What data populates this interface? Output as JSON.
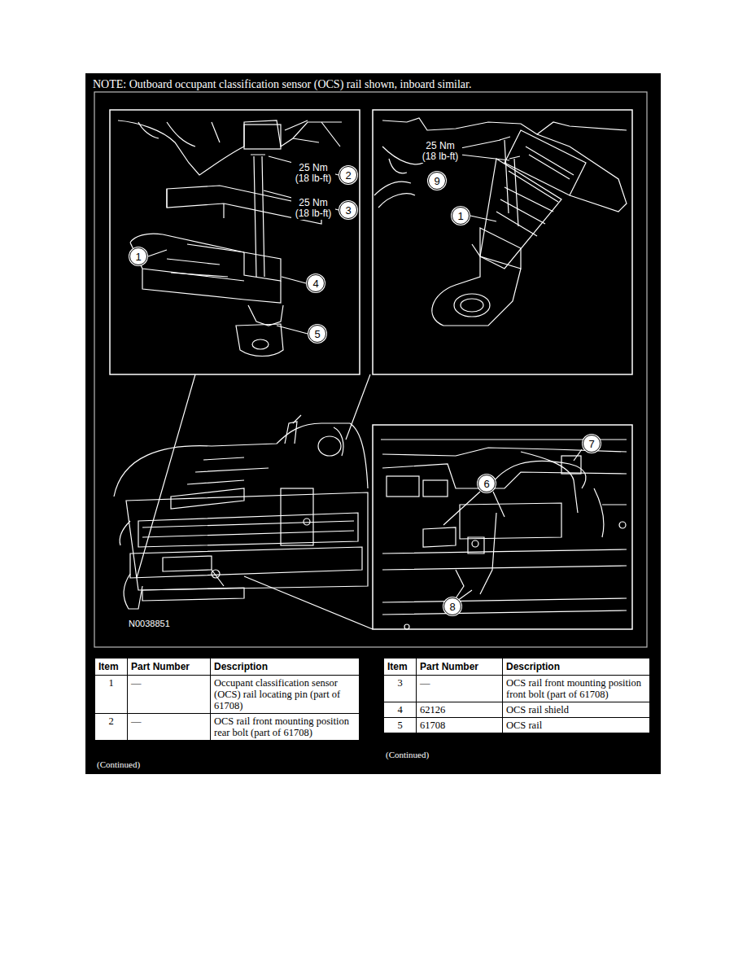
{
  "diagram": {
    "labels": [
      "NOTE: Outboard occupant classification sensor (OCS) rail shown, inboard similar.",
      "25 Nm (18 lb-ft)",
      "2",
      "25 Nm (18 lb-ft)",
      "3",
      "1",
      "4",
      "5",
      "25 Nm (18 lb-ft)",
      "9",
      "1",
      "6",
      "7",
      "8",
      "N0038851",
      "Item",
      "Part Number",
      "Description",
      "1",
      "—",
      "Occupant classification sensor (OCS) rail locating pin (part of 61708)",
      "2",
      "—",
      "OCS rail front mounting position rear bolt (part of 61708)",
      "(Continued)",
      "Item",
      "Part Number",
      "Description",
      "3",
      "—",
      "OCS rail front mounting position front bolt (part of 61708)",
      "4",
      "62126",
      "OCS rail shield",
      "5",
      "61708",
      "OCS rail",
      "(Continued)"
    ]
  }
}
